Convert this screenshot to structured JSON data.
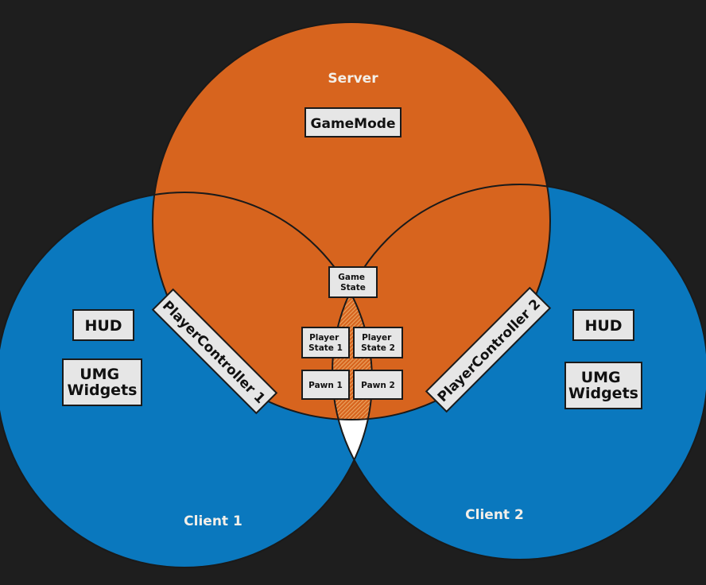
{
  "colors": {
    "background": "#1e1e1e",
    "server": "#d7641e",
    "client": "#0a78be",
    "box_fill": "#e6e6e6",
    "outline": "#1a1a1a"
  },
  "server": {
    "title": "Server",
    "gamemode": "GameMode"
  },
  "shared": {
    "game_state": [
      "Game",
      "State"
    ],
    "player_state_1": [
      "Player",
      "State 1"
    ],
    "player_state_2": [
      "Player",
      "State 2"
    ],
    "pawn_1": "Pawn 1",
    "pawn_2": "Pawn 2"
  },
  "client1": {
    "title": "Client 1",
    "hud": "HUD",
    "umg": [
      "UMG",
      "Widgets"
    ],
    "player_controller": "PlayerController 1"
  },
  "client2": {
    "title": "Client 2",
    "hud": "HUD",
    "umg": [
      "UMG",
      "Widgets"
    ],
    "player_controller": "PlayerController 2"
  }
}
